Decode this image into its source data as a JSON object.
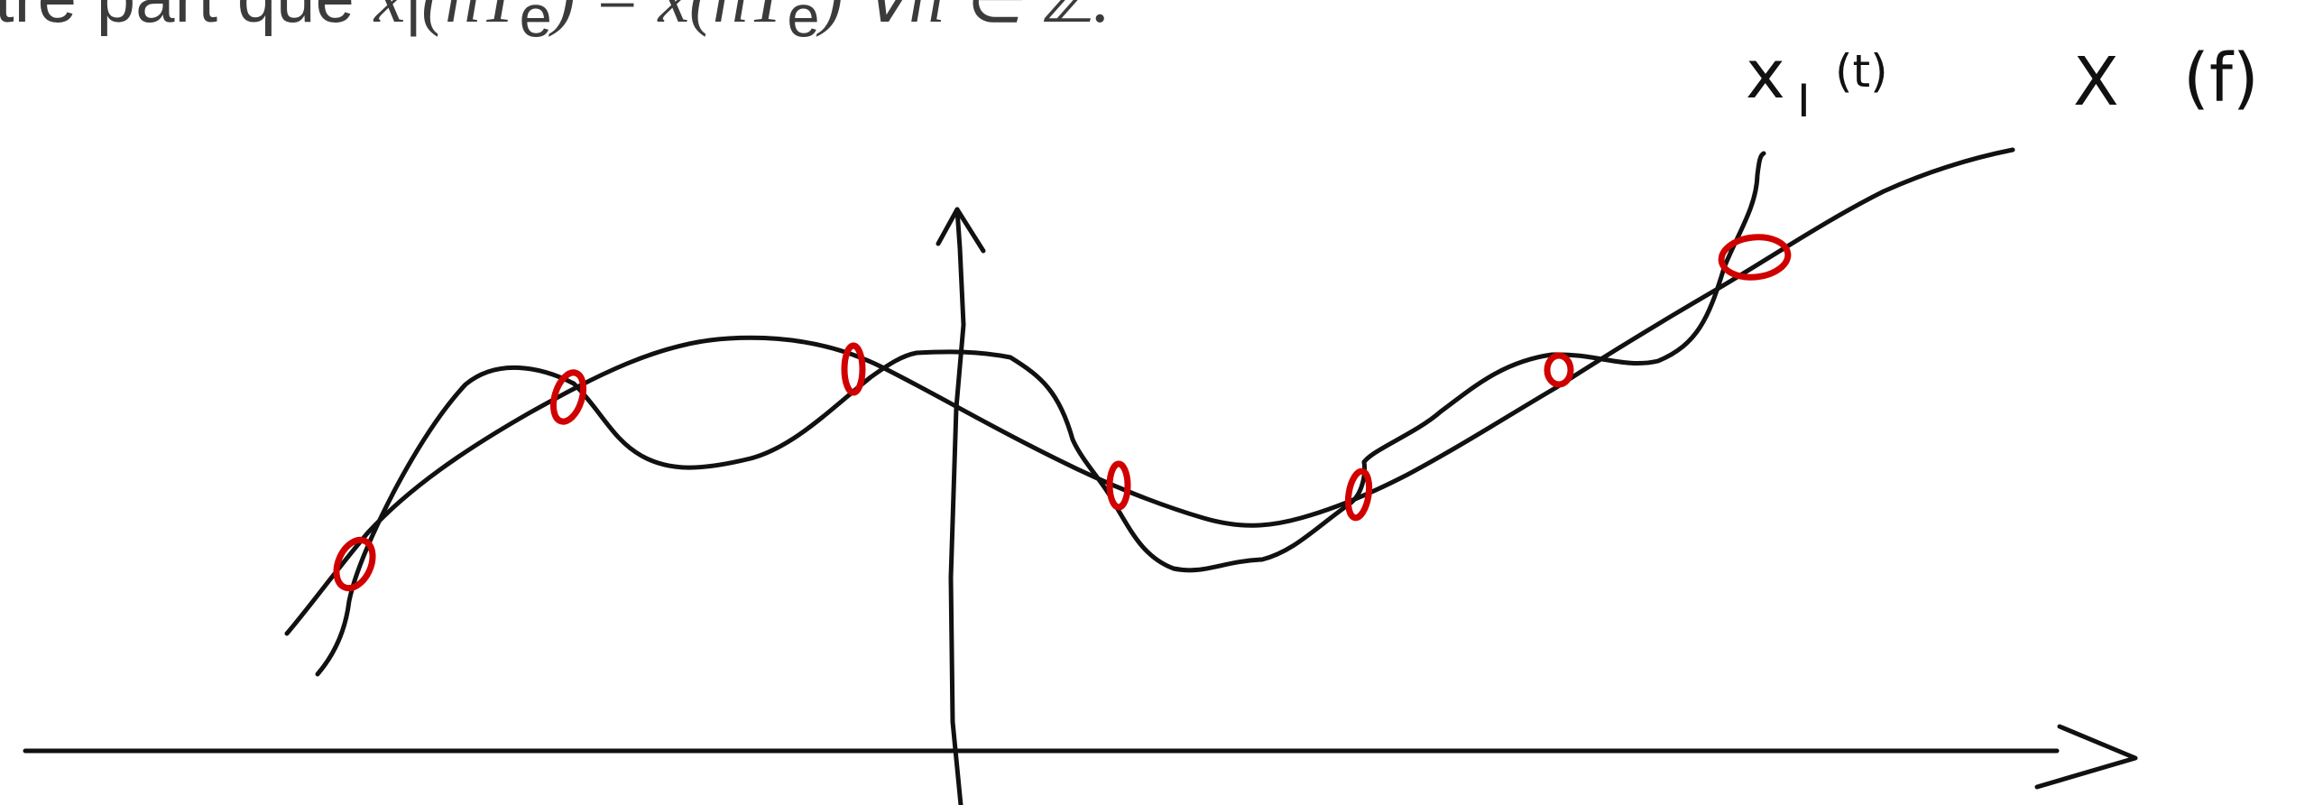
{
  "header": {
    "prefix": "tre part que ",
    "math": "x",
    "sub": "I",
    "rest1": "(nT",
    "sub2": "e",
    "rest2": ") = x(nT",
    "sub3": "e",
    "rest3": ") ∀n ∈ ℤ."
  },
  "labels": {
    "xi_main": "x",
    "xi_sub": "I",
    "xi_arg": "(t)",
    "x_main": "X",
    "x_arg": "(f)"
  },
  "colors": {
    "ink": "#111111",
    "text": "#3b3b3b",
    "marker": "#d10000"
  }
}
